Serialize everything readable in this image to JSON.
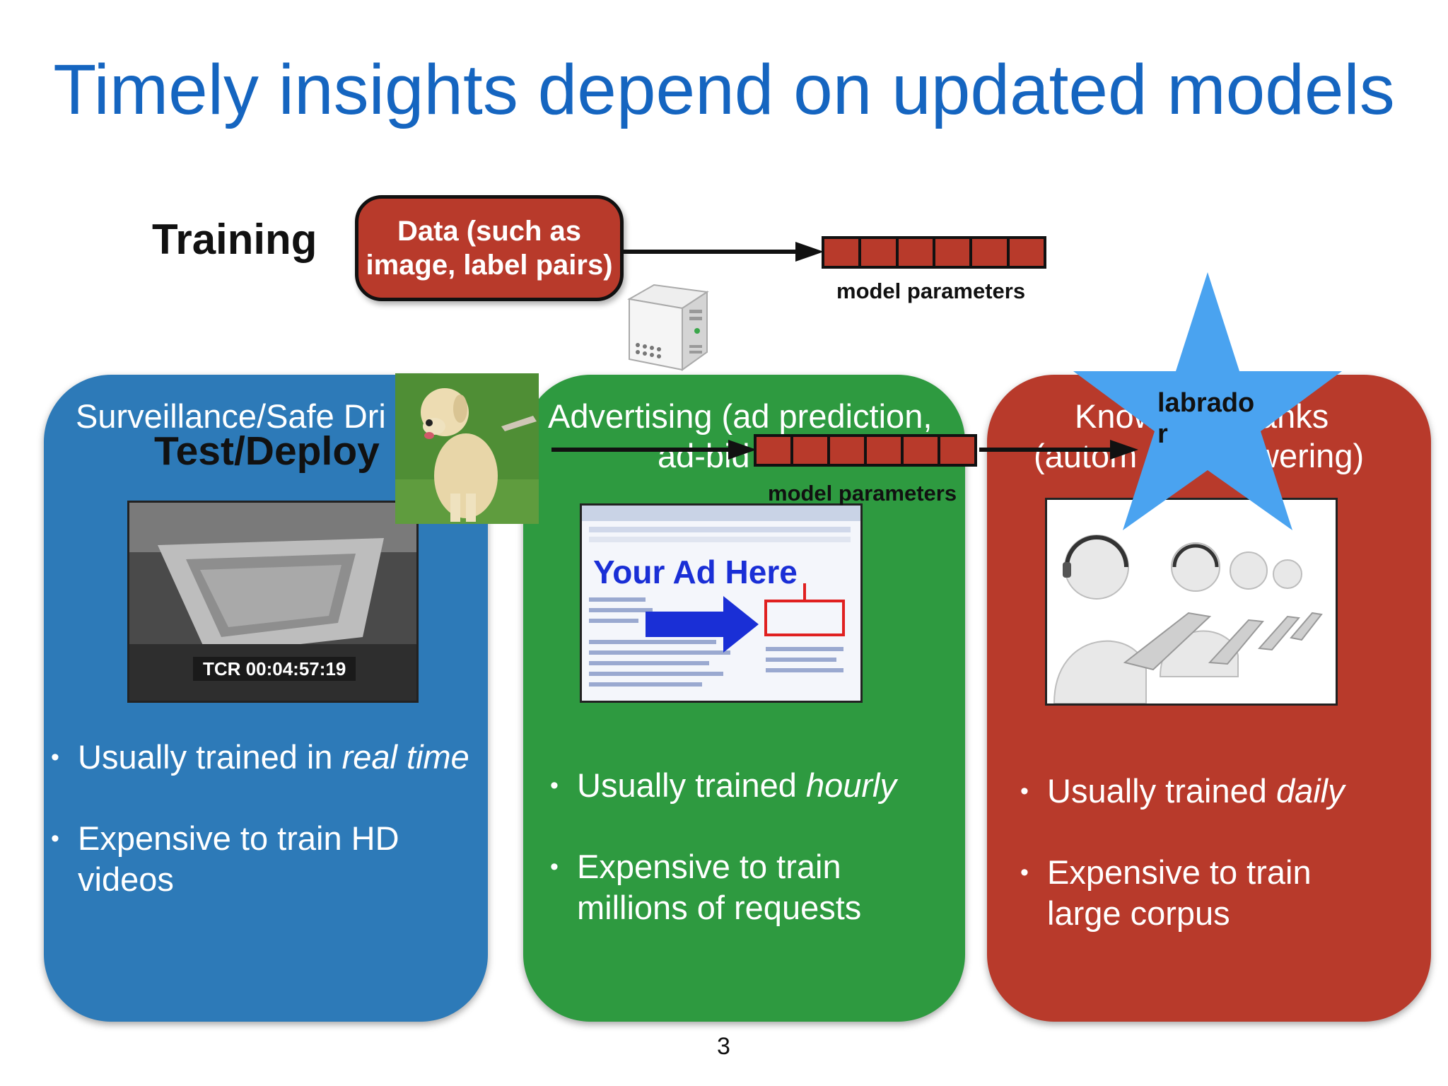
{
  "slide": {
    "title": "Timely insights depend on updated models",
    "page_number": "3"
  },
  "training": {
    "label": "Training",
    "data_box": "Data (such as image, label pairs)",
    "model_parameters_label": "model parameters"
  },
  "deploy": {
    "label": "Test/Deploy",
    "model_parameters_label": "model parameters",
    "prediction_label": "labrador"
  },
  "panels": [
    {
      "title": "Surveillance/Safe Dri",
      "image_caption": "TCR 00:04:57:19",
      "bullets": [
        {
          "pre": "Usually trained in ",
          "em": "real time"
        },
        {
          "pre": "Expensive to train HD videos",
          "em": ""
        }
      ]
    },
    {
      "title_line1": "Advertising (ad prediction,",
      "title_line2": "ad-bid",
      "image_caption": "Your Ad Here",
      "bullets": [
        {
          "pre": "Usually trained ",
          "em": "hourly"
        },
        {
          "pre": "Expensive to train millions of requests",
          "em": ""
        }
      ]
    },
    {
      "title_line1_left": "Know",
      "title_line1_right": "anks",
      "title_line2_left": "(autom",
      "title_line2_right": "wering)",
      "bullets": [
        {
          "pre": "Usually trained ",
          "em": "daily"
        },
        {
          "pre": "Expensive to train large corpus",
          "em": ""
        }
      ]
    }
  ],
  "colors": {
    "title": "#1565c0",
    "panel_blue": "#2d7ab8",
    "panel_green": "#2e9a40",
    "panel_red": "#b83a2b",
    "star": "#4aa3f0"
  },
  "icons": [
    "server-icon",
    "star-shape",
    "dog-photo",
    "surveillance-photo",
    "ad-screenshot",
    "call-center-photo"
  ]
}
